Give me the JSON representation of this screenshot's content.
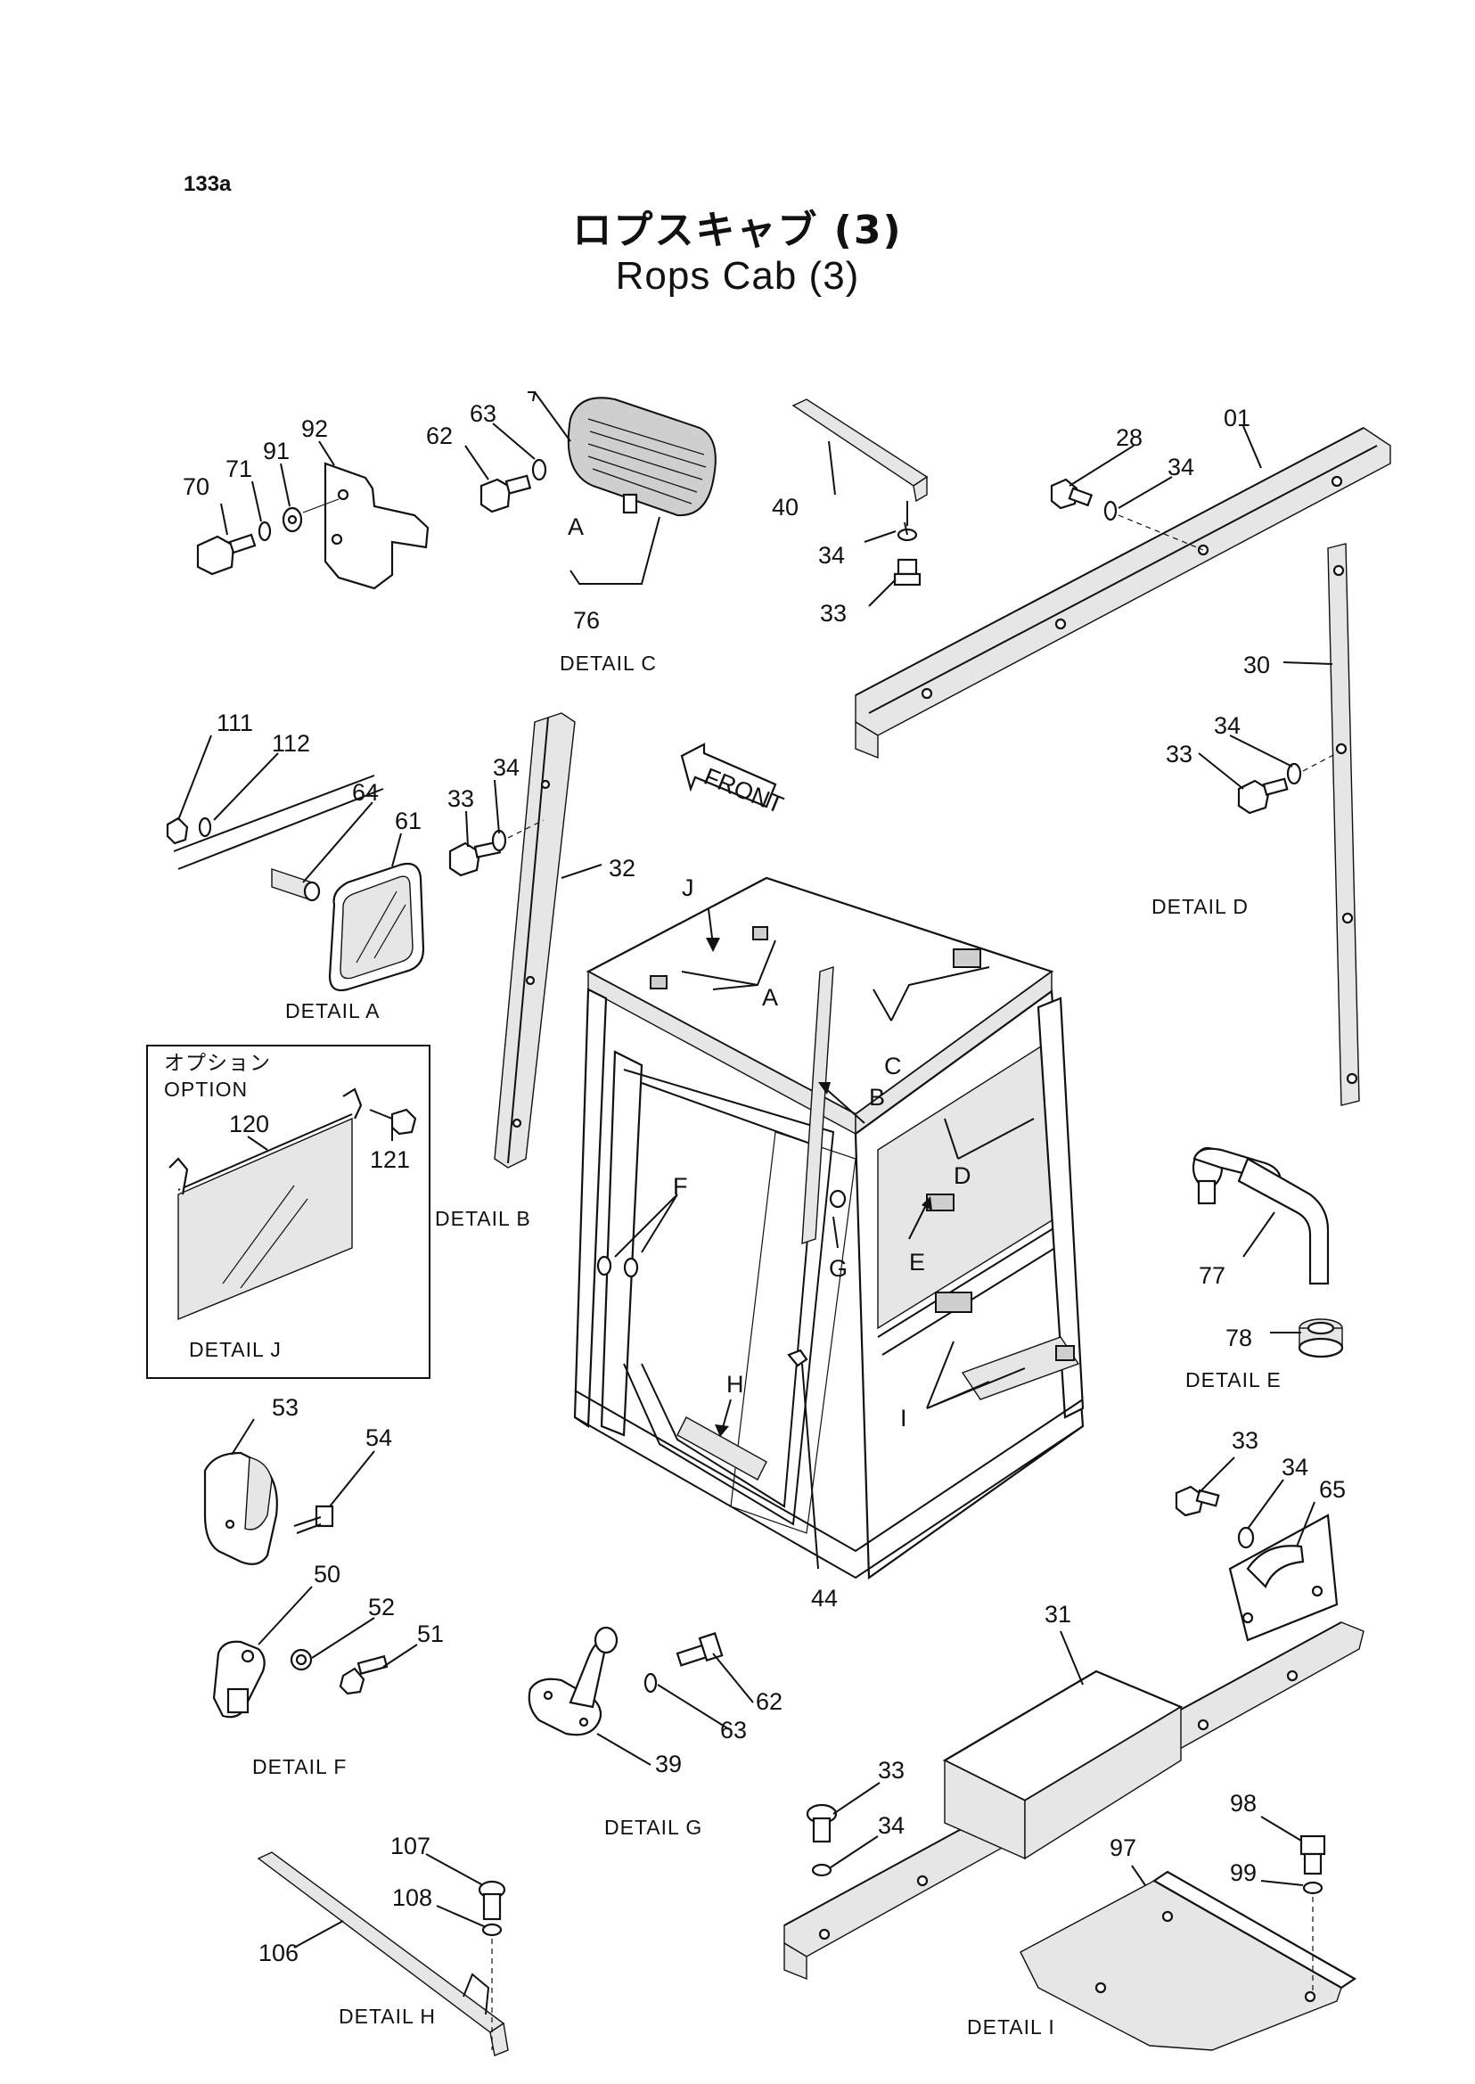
{
  "page_number": "133a",
  "title_jp": "ロプスキャブ (3)",
  "title_en": "Rops Cab (3)",
  "front_label": "FRONT",
  "option_box": {
    "label_jp": "オプション",
    "label_en": "OPTION"
  },
  "details": {
    "A": "DETAIL A",
    "B": "DETAIL B",
    "C": "DETAIL C",
    "D": "DETAIL D",
    "E": "DETAIL E",
    "F": "DETAIL F",
    "G": "DETAIL G",
    "H": "DETAIL H",
    "I": "DETAIL I",
    "J": "DETAIL J"
  },
  "callout_letters": [
    "A",
    "B",
    "C",
    "D",
    "E",
    "F",
    "G",
    "H",
    "I",
    "J"
  ],
  "part_numbers": {
    "p70": "70",
    "p71": "71",
    "p91": "91",
    "p92": "92",
    "p62a": "62",
    "p63a": "63",
    "p76": "76",
    "p76A": "A",
    "p40": "40",
    "p34a": "34",
    "p33a": "33",
    "p28": "28",
    "p34b": "34",
    "p01": "01",
    "p30": "30",
    "p33b": "33",
    "p34c": "34",
    "p111": "111",
    "p112": "112",
    "p64": "64",
    "p61": "61",
    "p33c": "33",
    "p34d": "34",
    "p32": "32",
    "p120": "120",
    "p121": "121",
    "p77": "77",
    "p78": "78",
    "p53": "53",
    "p54": "54",
    "p44": "44",
    "p33d": "33",
    "p34e": "34",
    "p65": "65",
    "p50": "50",
    "p52": "52",
    "p51": "51",
    "p62b": "62",
    "p63b": "63",
    "p39": "39",
    "p31": "31",
    "p33e": "33",
    "p34f": "34",
    "p98": "98",
    "p97": "97",
    "p99": "99",
    "p107": "107",
    "p108": "108",
    "p106": "106"
  }
}
